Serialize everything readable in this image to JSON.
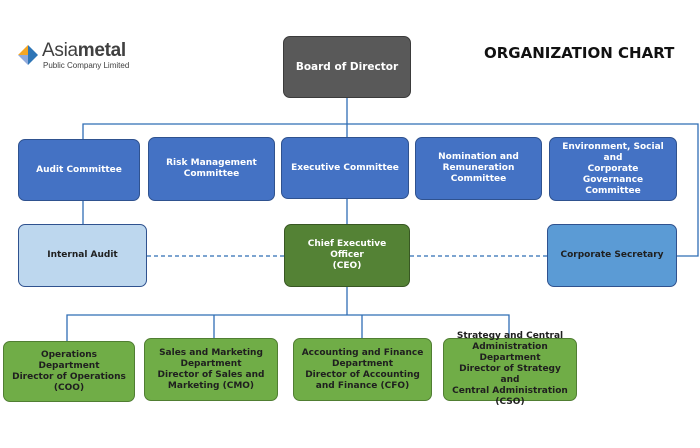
{
  "logo": {
    "name_prefix": "Asia",
    "name_suffix": "metal",
    "subtitle": "Public Company Limited",
    "colors": [
      "#f5a623",
      "#2e75b6",
      "#8faadc"
    ]
  },
  "title": "ORGANIZATION CHART",
  "colors": {
    "board": "#595959",
    "committee": "#4472c4",
    "internal_audit": "#bdd7ee",
    "corporate_secretary": "#5b9bd5",
    "ceo": "#548235",
    "departments": "#70ad47",
    "connector": "#2f6db5"
  },
  "nodes": {
    "board": "Board of Director",
    "audit_committee": "Audit Committee",
    "risk_committee": "Risk Management\nCommittee",
    "executive_committee": "Executive Committee",
    "nomination_committee": "Nomination and\nRemuneration\nCommittee",
    "esg_committee": "Environment, Social and\nCorporate Governance\nCommittee",
    "internal_audit": "Internal Audit",
    "ceo": "Chief Executive Officer\n(CEO)",
    "corporate_secretary": "Corporate Secretary",
    "coo": "Operations Department\nDirector of Operations\n(COO)",
    "cmo": "Sales and Marketing\nDepartment\nDirector of Sales and\nMarketing (CMO)",
    "cfo": "Accounting and Finance\nDepartment\nDirector of Accounting\nand Finance (CFO)",
    "cso": "Strategy and Central\nAdministration Department\nDirector of Strategy and\nCentral Administration\n(CSO)"
  }
}
